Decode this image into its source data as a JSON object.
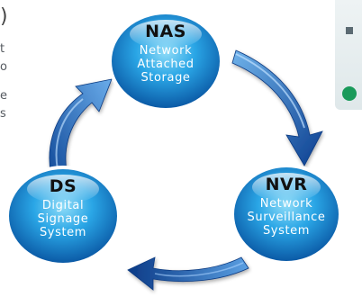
{
  "left_fragments": [
    ")",
    "t",
    "o",
    "e",
    "s"
  ],
  "nodes": {
    "nas": {
      "title": "NAS",
      "lines": [
        "Network",
        "Attached",
        "Storage"
      ]
    },
    "nvr": {
      "title": "NVR",
      "lines": [
        "Network",
        "Surveillance",
        "System"
      ]
    },
    "ds": {
      "title": "DS",
      "lines": [
        "Digital",
        "Signage",
        "System"
      ]
    }
  },
  "colors": {
    "bubble_light": "#7fd3f5",
    "bubble_mid": "#1f9fe0",
    "bubble_dark": "#0a5fa8",
    "arrow_light": "#5aa0e0",
    "arrow_dark": "#0d3f8f"
  }
}
